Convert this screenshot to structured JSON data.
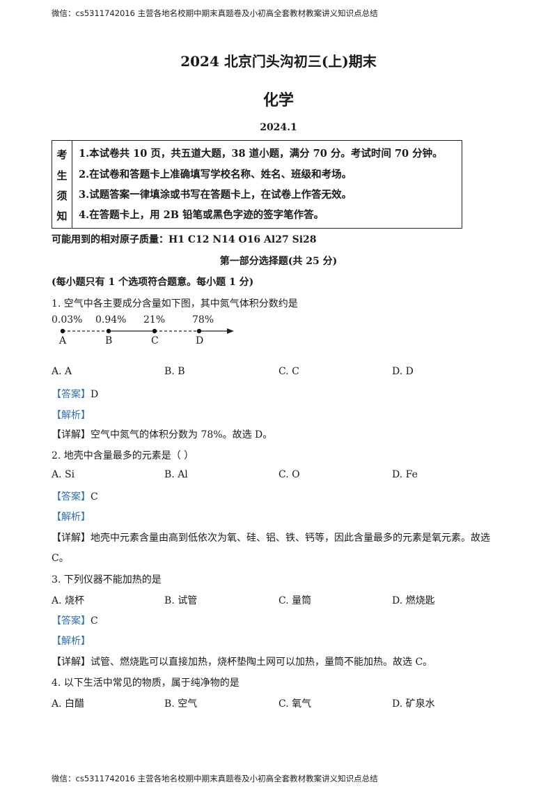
{
  "header_text": "微信：cs5311742016 主营各地名校期中期末真题卷及小初高全套教材教案讲义知识点总结",
  "footer_text": "微信：cs5311742016 主营各地名校期中期末真题卷及小初高全套教材教案讲义知识点总结",
  "exam_title": "2024 北京门头沟初三(上)期末",
  "subject": "化学",
  "date": "2024.1",
  "notice": {
    "label_chars": [
      "考",
      "生",
      "须",
      "知"
    ],
    "items": [
      "1.本试卷共 10 页，共五道大题，38 道小题，满分 70 分。考试时间 70 分钟。",
      "2.在试卷和答题卡上准确填写学校名称、姓名、班级和考场。",
      "3.试题答案一律填涂或书写在答题卡上，在试卷上作答无效。",
      "4.在答题卡上，用 2B 铅笔或黑色字迹的签字笔作答。"
    ]
  },
  "atomic_masses": "可能用到的相对原子质量：H1    C12    N14    O16    Al27    Si28",
  "section_title": "第一部分选择题(共 25 分)",
  "section_note": "(每小题只有 1 个选项符合题意。每小题 1 分)",
  "q1": {
    "stem": "1. 空气中各主要成分含量如下图，其中氮气体积分数约是",
    "axis_points": [
      {
        "value": "0.03%",
        "label": "A"
      },
      {
        "value": "0.94%",
        "label": "B"
      },
      {
        "value": "21%",
        "label": "C"
      },
      {
        "value": "78%",
        "label": "D"
      }
    ],
    "options": [
      "A. A",
      "B. B",
      "C. C",
      "D. D"
    ],
    "answer_tag": "【答案】",
    "answer": "D",
    "analysis_tag": "【解析】",
    "detail_tag": "【详解】",
    "detail": "空气中氮气的体积分数为 78%。故选 D。"
  },
  "q2": {
    "stem": "2. 地壳中含量最多的元素是（      ）",
    "options": [
      "A. Si",
      "B. Al",
      "C. O",
      "D. Fe"
    ],
    "answer_tag": "【答案】",
    "answer": "C",
    "analysis_tag": "【解析】",
    "detail_tag": "【详解】",
    "detail_line1": "地壳中元素含量由高到低依次为氧、硅、铝、铁、钙等，因此含量最多的元素是氧元素。故选",
    "detail_line2": "C。"
  },
  "q3": {
    "stem": "3. 下列仪器不能加热的是",
    "options": [
      "A. 烧杯",
      "B. 试管",
      "C. 量筒",
      "D. 燃烧匙"
    ],
    "answer_tag": "【答案】",
    "answer": "C",
    "analysis_tag": "【解析】",
    "detail_tag": "【详解】",
    "detail": "试管、燃烧匙可以直接加热，烧杯垫陶土网可以加热，量筒不能加热。故选 C。"
  },
  "q4": {
    "stem": "4. 以下生活中常见的物质，属于纯净物的是",
    "options": [
      "A. 白醋",
      "B. 空气",
      "C. 氧气",
      "D. 矿泉水"
    ]
  },
  "colors": {
    "accent_blue": "#2e6fb5",
    "text": "#1a1a1a"
  }
}
